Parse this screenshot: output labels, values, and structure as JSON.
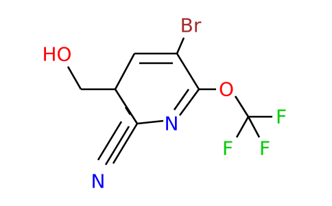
{
  "molecule": {
    "atoms": {
      "bromine": {
        "label": "Br",
        "color": "#a52a2a"
      },
      "hydroxyl": {
        "label": "HO",
        "color": "#ff0000"
      },
      "ring_nitrogen": {
        "label": "N",
        "color": "#0000ff"
      },
      "ether_oxygen": {
        "label": "O",
        "color": "#ff0000"
      },
      "nitrile_nitrogen": {
        "label": "N",
        "color": "#0000ff"
      },
      "fluorine_1": {
        "label": "F",
        "color": "#00cc00"
      },
      "fluorine_2": {
        "label": "F",
        "color": "#00cc00"
      },
      "fluorine_3": {
        "label": "F",
        "color": "#00cc00"
      }
    },
    "bond_color": "#000000"
  }
}
